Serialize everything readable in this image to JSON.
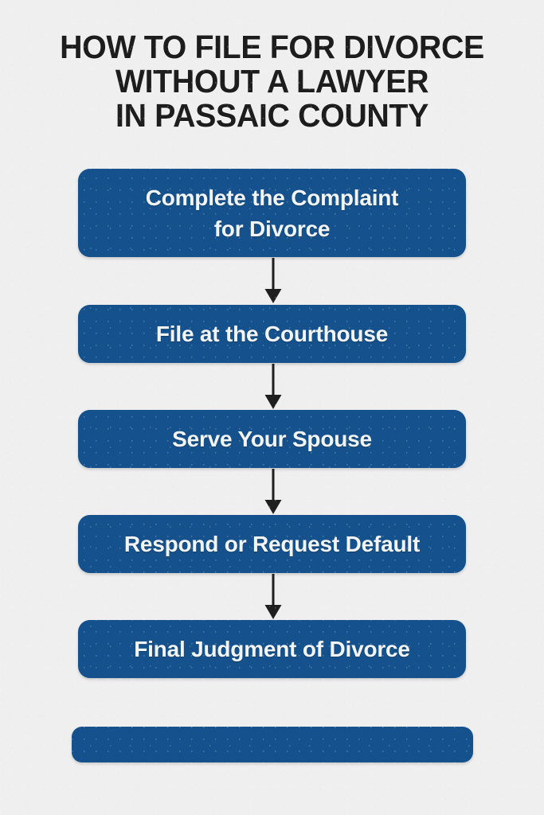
{
  "page": {
    "background_color": "#efefef",
    "accent_color": "#15528d",
    "text_color_dark": "#1d1d1d",
    "text_color_light": "#f3f4f5"
  },
  "title": {
    "full": "HOW TO FILE FOR DIVORCE WITHOUT A LAWYER IN PASSAIC COUNTY",
    "lines": [
      "HOW TO FILE FOR DIVORCE",
      "WITHOUT A LAWYER",
      "IN PASSAIC COUNTY"
    ]
  },
  "flowchart": {
    "orientation": "vertical",
    "connector_icon": "down-arrow-icon",
    "steps": [
      {
        "index": 1,
        "label": "Complete the Complaint for Divorce",
        "lines": [
          "Complete the Complaint",
          "for Divorce"
        ]
      },
      {
        "index": 2,
        "label": "File at the Courthouse",
        "lines": [
          "File at the Courthouse"
        ]
      },
      {
        "index": 3,
        "label": "Serve Your Spouse",
        "lines": [
          "Serve Your Spouse"
        ]
      },
      {
        "index": 4,
        "label": "Respond or Request Default",
        "lines": [
          "Respond or Request Default"
        ]
      },
      {
        "index": 5,
        "label": "Final Judgment of Divorce",
        "lines": [
          "Final Judgment of Divorce"
        ]
      }
    ],
    "footer_bar": {
      "label": "",
      "note": "empty blue bar"
    }
  }
}
